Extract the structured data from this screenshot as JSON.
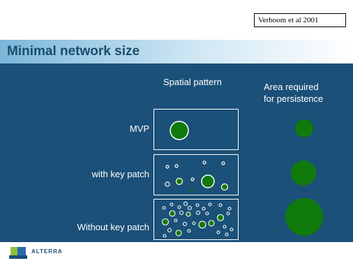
{
  "citation": "Verboom et al 2001",
  "title": "Minimal network size",
  "headers": {
    "spatial_pattern": "Spatial pattern",
    "area_line1": "Area required",
    "area_line2": "for persistence"
  },
  "rows": [
    {
      "label": "MVP"
    },
    {
      "label": "with key patch"
    },
    {
      "label": "Without key patch"
    }
  ],
  "logo": {
    "text": "ALTERRA"
  },
  "colors": {
    "panel": "#1b5078",
    "patch_fill": "#117a0c",
    "outline": "#ffffff",
    "title_text": "#1a4e6e"
  }
}
